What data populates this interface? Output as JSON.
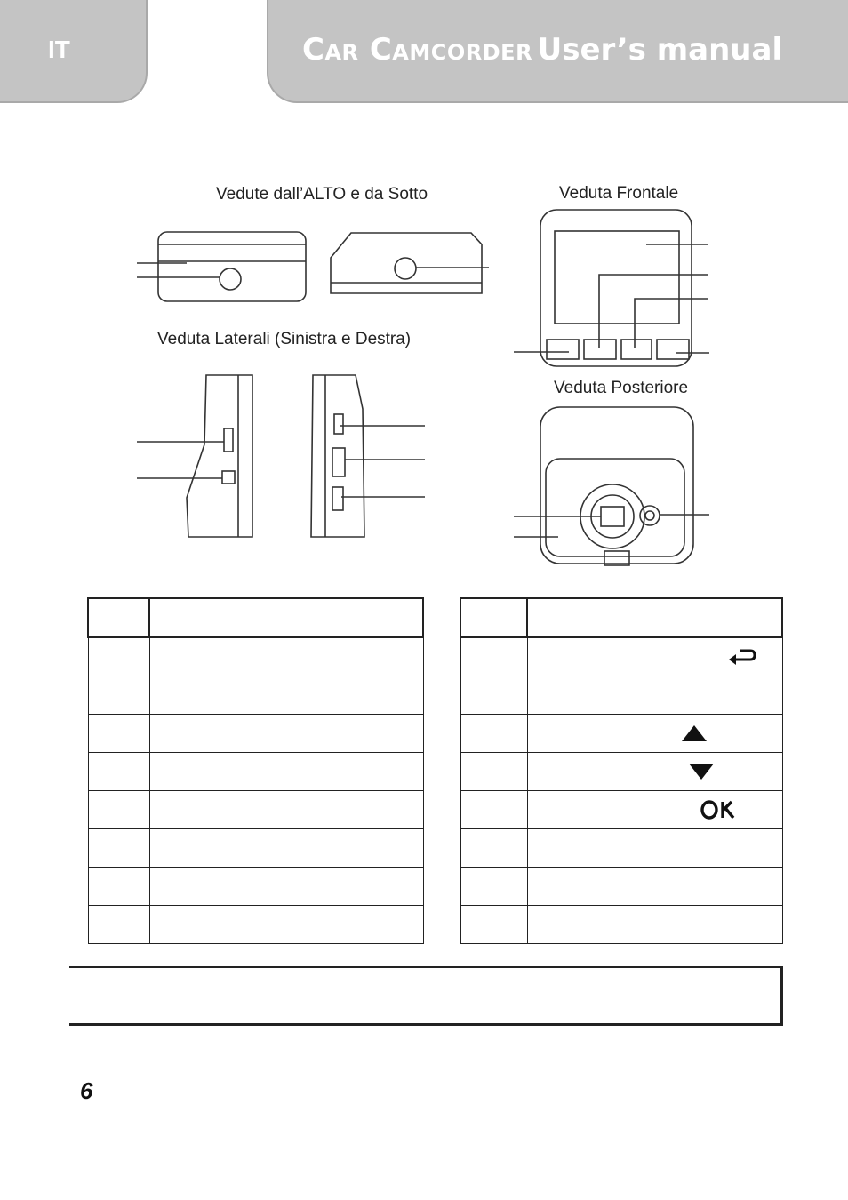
{
  "header": {
    "lang": "IT",
    "title_part1": "Car Camcorder",
    "title_part2": "User’s manual"
  },
  "captions": {
    "top_bottom": "Vedute dall’ALTO e da Sotto",
    "front": "Veduta Frontale",
    "sides": "Veduta Laterali (Sinistra e Destra)",
    "rear": "Veduta Posteriore"
  },
  "tables": {
    "left_rows": 8,
    "right_rows": 8
  },
  "right_table_icons": [
    "back-arrow-icon",
    "",
    "triangle-up-icon",
    "triangle-down-icon",
    "ok-icon",
    "",
    "",
    ""
  ],
  "footer": {
    "page_number": "6"
  }
}
